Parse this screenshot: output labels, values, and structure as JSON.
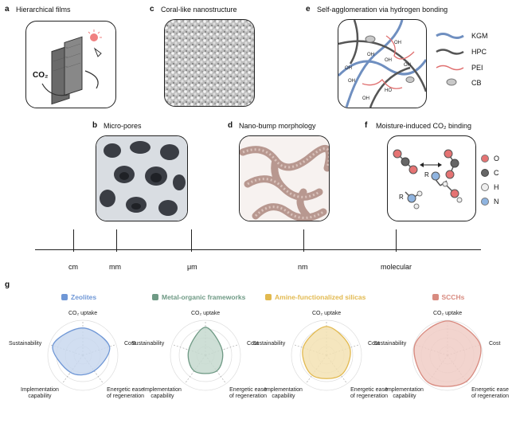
{
  "panels": {
    "a": {
      "letter": "a",
      "title": "Hierarchical films",
      "co2_label": "CO₂"
    },
    "c": {
      "letter": "c",
      "title": "Coral-like nanostructure"
    },
    "e": {
      "letter": "e",
      "title": "Self-agglomeration via hydrogen bonding",
      "legend": [
        {
          "name": "KGM",
          "color": "#6f8fc0"
        },
        {
          "name": "HPC",
          "color": "#555555"
        },
        {
          "name": "PEI",
          "color": "#e07070"
        },
        {
          "name": "CB",
          "color": "#c8c8c8"
        }
      ],
      "oh_labels": [
        "OH",
        "OH",
        "OH",
        "OH",
        "OH",
        "OH",
        "HO",
        "OH"
      ]
    },
    "b": {
      "letter": "b",
      "title": "Micro-pores"
    },
    "d": {
      "letter": "d",
      "title": "Nano-bump morphology"
    },
    "f": {
      "letter": "f",
      "title": "Moisture-induced CO₂ binding",
      "r_label": "R",
      "legend": [
        {
          "name": "O",
          "color": "#e57373"
        },
        {
          "name": "C",
          "color": "#666666"
        },
        {
          "name": "H",
          "color": "#eeeeee"
        },
        {
          "name": "N",
          "color": "#8fb4e0"
        }
      ]
    },
    "g": {
      "letter": "g"
    }
  },
  "scale": {
    "ticks": [
      "cm",
      "mm",
      "μm",
      "nm",
      "molecular"
    ]
  },
  "radars": [
    {
      "name": "Zeolites",
      "color": "#6f97d6",
      "fill": "#c9d8ef",
      "values": [
        0.78,
        0.8,
        0.55,
        0.6,
        0.9
      ]
    },
    {
      "name": "Metal-organic frameworks",
      "color": "#6f9a85",
      "fill": "#c6d9cf",
      "values": [
        0.8,
        0.5,
        0.55,
        0.55,
        0.5
      ]
    },
    {
      "name": "Amine-functionalized silicas",
      "color": "#e2b94f",
      "fill": "#f3e2b3",
      "values": [
        0.82,
        0.7,
        0.7,
        0.7,
        0.7
      ]
    },
    {
      "name": "SCCHs",
      "color": "#d88b80",
      "fill": "#f0cdc6",
      "values": [
        0.98,
        0.98,
        0.92,
        0.95,
        0.98
      ]
    }
  ],
  "radar_axes": [
    "CO₂ uptake",
    "Cost",
    "Energetic ease of regeneration",
    "Implementation capability",
    "Sustainability"
  ]
}
